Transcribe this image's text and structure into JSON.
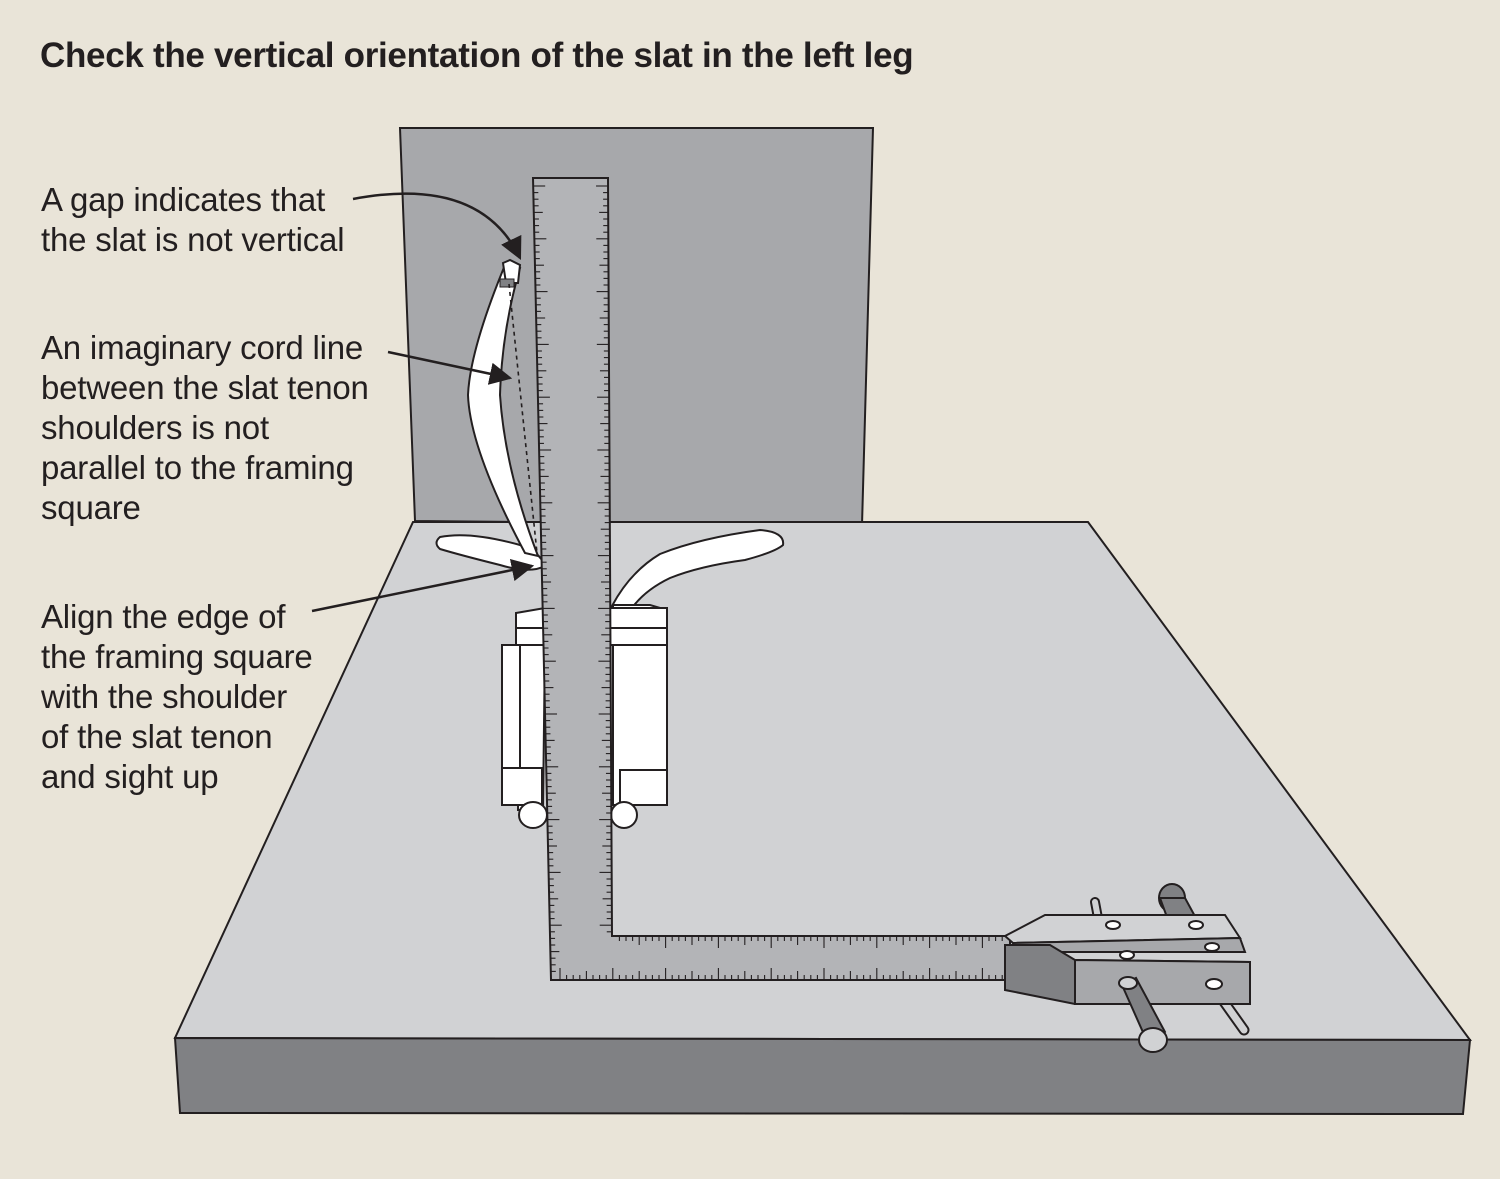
{
  "title": "Check the vertical orientation of the slat in the left leg",
  "callouts": [
    {
      "lines": [
        "A gap indicates that",
        "the slat is not vertical"
      ]
    },
    {
      "lines": [
        "An imaginary cord line",
        "between the slat tenon",
        "shoulders is not",
        "parallel to the framing",
        "square"
      ]
    },
    {
      "lines": [
        "Align the edge of",
        "the framing square",
        "with the shoulder",
        "of the slat tenon",
        "and sight up"
      ]
    }
  ],
  "colors": {
    "background": "#e9e4d8",
    "backboard": "#a7a8ab",
    "table_top": "#d1d2d4",
    "table_front": "#808184",
    "square": "#b3b4b7",
    "outline": "#231f20",
    "wood_parts": "#ffffff"
  }
}
